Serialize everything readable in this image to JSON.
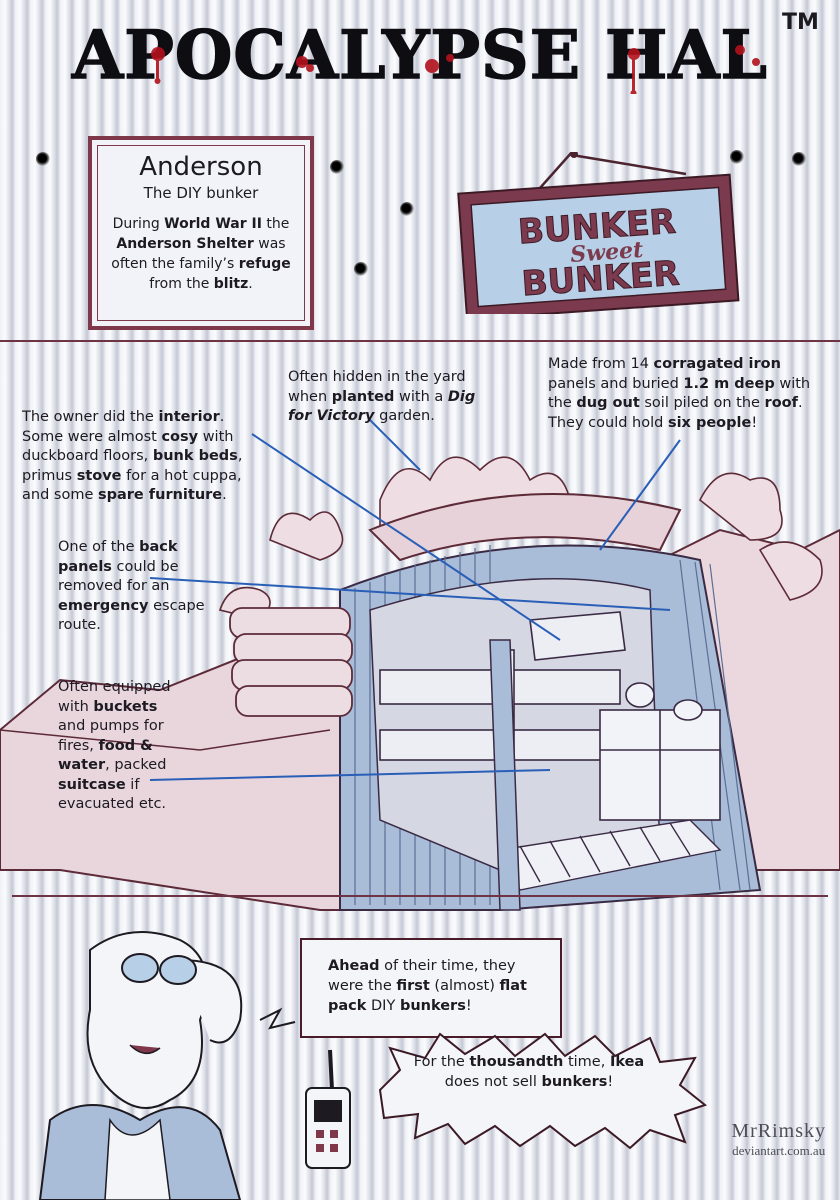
{
  "header": {
    "title": "APOCALYPSE HAL",
    "trademark": "TM"
  },
  "intro_box": {
    "heading": "Anderson",
    "subheading": "The DIY bunker",
    "text": [
      {
        "t": "During "
      },
      {
        "t": "World War II",
        "b": true
      },
      {
        "t": " the "
      },
      {
        "t": "Anderson Shelter",
        "b": true
      },
      {
        "t": " was often the family’s "
      },
      {
        "t": "refuge",
        "b": true
      },
      {
        "t": " from the "
      },
      {
        "t": "blitz",
        "b": true
      },
      {
        "t": "."
      }
    ]
  },
  "sign": {
    "line1": "BUNKER",
    "line2": "Sweet",
    "line3": "BUNKER"
  },
  "callouts": {
    "yard": [
      {
        "t": "Often hidden in the yard when "
      },
      {
        "t": "planted",
        "b": true
      },
      {
        "t": " with a "
      },
      {
        "t": "Dig for Victory",
        "b": true,
        "i": true
      },
      {
        "t": " garden."
      }
    ],
    "materials": [
      {
        "t": "Made from 14 "
      },
      {
        "t": "corragated iron",
        "b": true
      },
      {
        "t": " panels and buried "
      },
      {
        "t": "1.2 m deep",
        "b": true
      },
      {
        "t": " with the "
      },
      {
        "t": "dug out",
        "b": true
      },
      {
        "t": " soil piled on the "
      },
      {
        "t": "roof",
        "b": true
      },
      {
        "t": ". They could hold "
      },
      {
        "t": "six people",
        "b": true
      },
      {
        "t": "!"
      }
    ],
    "interior": [
      {
        "t": "The owner did the "
      },
      {
        "t": "interior",
        "b": true
      },
      {
        "t": ". Some were almost "
      },
      {
        "t": "cosy",
        "b": true
      },
      {
        "t": " with duckboard floors, "
      },
      {
        "t": "bunk beds",
        "b": true
      },
      {
        "t": ", primus "
      },
      {
        "t": "stove",
        "b": true
      },
      {
        "t": " for a hot cuppa, and some "
      },
      {
        "t": "spare furniture",
        "b": true
      },
      {
        "t": "."
      }
    ],
    "escape": [
      {
        "t": "One of the "
      },
      {
        "t": "back panels",
        "b": true
      },
      {
        "t": " could be removed for an "
      },
      {
        "t": "emergency",
        "b": true
      },
      {
        "t": " escape route."
      }
    ],
    "supplies": [
      {
        "t": "Often equipped with "
      },
      {
        "t": "buckets",
        "b": true
      },
      {
        "t": " and pumps for fires, "
      },
      {
        "t": "food &",
        "b": true
      },
      {
        "t": " "
      },
      {
        "t": "water",
        "b": true
      },
      {
        "t": ", packed "
      },
      {
        "t": "suitcase",
        "b": true
      },
      {
        "t": " if evacuated etc."
      }
    ]
  },
  "speech": {
    "ahead": [
      {
        "t": "Ahead",
        "b": true
      },
      {
        "t": " of their time, they were the "
      },
      {
        "t": "first",
        "b": true
      },
      {
        "t": " (almost) "
      },
      {
        "t": "flat pack",
        "b": true
      },
      {
        "t": " DIY "
      },
      {
        "t": "bunkers",
        "b": true
      },
      {
        "t": "!"
      }
    ],
    "ikea": [
      {
        "t": "For the "
      },
      {
        "t": "thousandth",
        "b": true
      },
      {
        "t": " time, "
      },
      {
        "t": "Ikea",
        "b": true
      },
      {
        "t": " does not sell "
      },
      {
        "t": "bunkers",
        "b": true
      },
      {
        "t": "!"
      }
    ]
  },
  "credit": {
    "name": "MrRimsky",
    "site": "deviantart.com.au"
  },
  "colors": {
    "maroon": "#7e3849",
    "sign_bg": "#b7cfe7",
    "shelter_blue": "#a9bcd8",
    "leader_blue": "#2a5fb8",
    "blood": "#b3121c"
  },
  "icons": [
    "bullet-hole-icon",
    "walkie-talkie-icon",
    "goggles-icon"
  ]
}
